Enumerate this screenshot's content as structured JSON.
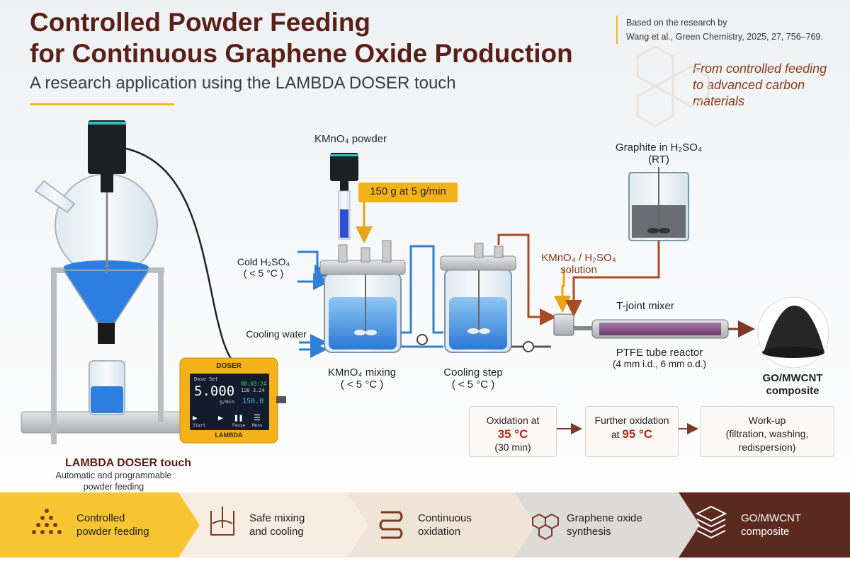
{
  "header": {
    "title_line1": "Controlled Powder Feeding",
    "title_line2": "for Continuous Graphene Oxide Production",
    "subtitle": "A research application using the LAMBDA DOSER touch",
    "citation_line1": "Based on the research by",
    "citation_line2": "Wang et al., Green Chemistry, 2025, 27, 756–769.",
    "tagline": "From controlled feeding to advanced carbon materials"
  },
  "doser": {
    "name": "LAMBDA DOSER touch",
    "description": "Automatic and programmable powder feeding",
    "brand_top": "DOSER",
    "brand_bottom": "LAMBDA",
    "screen_label": "Dose Set",
    "screen_value": "5.000",
    "screen_unit": "g/min",
    "screen_time": "00:03:24",
    "screen_amount": "150.0",
    "screen_small": "120 3.24",
    "btn_start": "Start",
    "btn_pause": "Pause",
    "btn_menu": "Menu"
  },
  "process": {
    "powder_label": "KMnO₄ powder",
    "feed_rate": "150 g at 5 g/min",
    "cold_acid_line1": "Cold H₂SO₄",
    "cold_acid_line2": "( < 5 °C )",
    "cooling_water": "Cooling water",
    "mixing_line1": "KMnO₄ mixing",
    "mixing_line2": "( < 5 °C )",
    "cooling_line1": "Cooling step",
    "cooling_line2": "( < 5 °C )",
    "solution_line1": "KMnO₄ / H₂SO₄",
    "solution_line2": "solution",
    "graphite_line1": "Graphite in H₂SO₄",
    "graphite_line2": "(RT)",
    "tjoint": "T-joint mixer",
    "ptfe_line1": "PTFE tube reactor",
    "ptfe_line2": "(4 mm i.d., 6 mm o.d.)",
    "product_line1": "GO/MWCNT",
    "product_line2": "composite"
  },
  "steps": {
    "s1_line1": "Oxidation at",
    "s1_temp": "35 °C",
    "s1_line3": "(30 min)",
    "s2_line1": "Further oxidation",
    "s2_at": "at",
    "s2_temp": "95 °C",
    "s3_line1": "Work-up",
    "s3_line2": "(filtration, washing,",
    "s3_line3": "redispersion)"
  },
  "band": [
    {
      "line1": "Controlled",
      "line2": "powder feeding",
      "icon": "powder-dots-icon"
    },
    {
      "line1": "Safe mixing",
      "line2": "and cooling",
      "icon": "beaker-icon"
    },
    {
      "line1": "Continuous",
      "line2": "oxidation",
      "icon": "coil-icon"
    },
    {
      "line1": "Graphene oxide",
      "line2": "synthesis",
      "icon": "hexagon-lattice-icon"
    },
    {
      "line1": "GO/MWCNT",
      "line2": "composite",
      "icon": "layers-icon"
    }
  ],
  "colors": {
    "title": "#5a1f16",
    "accent_yellow": "#f2b91c",
    "feed_orange": "#e9a41a",
    "solution_brown": "#a84c26",
    "water_blue": "#2f7ed8",
    "hot_red": "#b02a16",
    "band_dark": "#5b2a1f"
  }
}
